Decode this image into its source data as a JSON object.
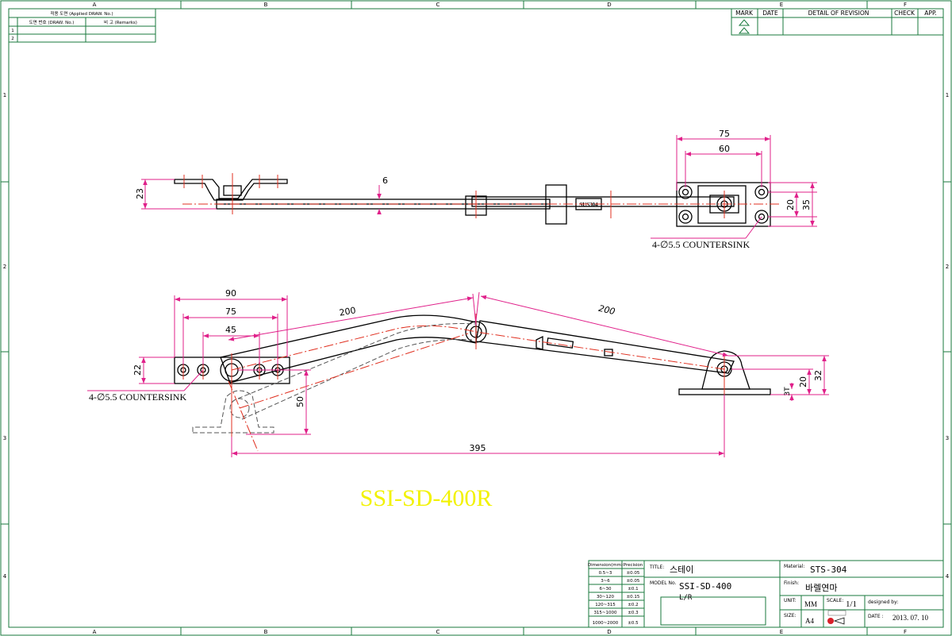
{
  "border": {
    "columns": [
      "A",
      "B",
      "C",
      "D",
      "E",
      "F"
    ],
    "rows": [
      "1",
      "2",
      "3",
      "4"
    ]
  },
  "applied_table": {
    "title": "적용 도면 (Applied DRAW. No.)",
    "col_drawno": "도면 번호 (DRAW. No.)",
    "col_remarks": "비 고 (Remarks)",
    "rows": [
      "1",
      "2"
    ]
  },
  "revision_table": {
    "headers": [
      "MARK",
      "DATE",
      "DETAIL OF REVISION",
      "CHECK",
      "APP."
    ]
  },
  "dimensions": {
    "top_75": "75",
    "top_60": "60",
    "top_6": "6",
    "top_23": "23",
    "top_20": "20",
    "top_35": "35",
    "top_countersink": "4-∅5.5 COUNTERSINK",
    "bot_90": "90",
    "bot_75": "75",
    "bot_45": "45",
    "bot_22": "22",
    "bot_200_left": "200",
    "bot_200_right": "200",
    "bot_50": "50",
    "bot_395": "395",
    "bot_32": "32",
    "bot_20": "20",
    "bot_3t": "3T",
    "bot_countersink": "4-∅5.5 COUNTERSINK",
    "bracket_stamp": "SUS304"
  },
  "model_watermark": "SSI-SD-400R",
  "tolerance_table": {
    "headers": [
      "Dimension(mm)",
      "Precision"
    ],
    "rows": [
      [
        "0.5~3",
        "±0.05"
      ],
      [
        "3~6",
        "±0.05"
      ],
      [
        "6~30",
        "±0.1"
      ],
      [
        "30~120",
        "±0.15"
      ],
      [
        "120~315",
        "±0.2"
      ],
      [
        "315~1000",
        "±0.3"
      ],
      [
        "1000~2000",
        "±0.5"
      ]
    ]
  },
  "title_block": {
    "title_label": "TITLE:",
    "title_value": "스테이",
    "model_label": "MODEL No.",
    "model_value": "SSI-SD-400",
    "model_sub": "L/R",
    "material_label": "Material:",
    "material_value": "STS-304",
    "finish_label": "Finish:",
    "finish_value": "바렐연마",
    "unit_label": "UNIT:",
    "unit_value": "MM",
    "scale_label": "SCALE:",
    "scale_value": "1/1",
    "designed_label": "designed by:",
    "size_label": "SIZE:",
    "size_value": "A4",
    "date_label": "DATE :",
    "date_value": "2013. 07. 10"
  }
}
